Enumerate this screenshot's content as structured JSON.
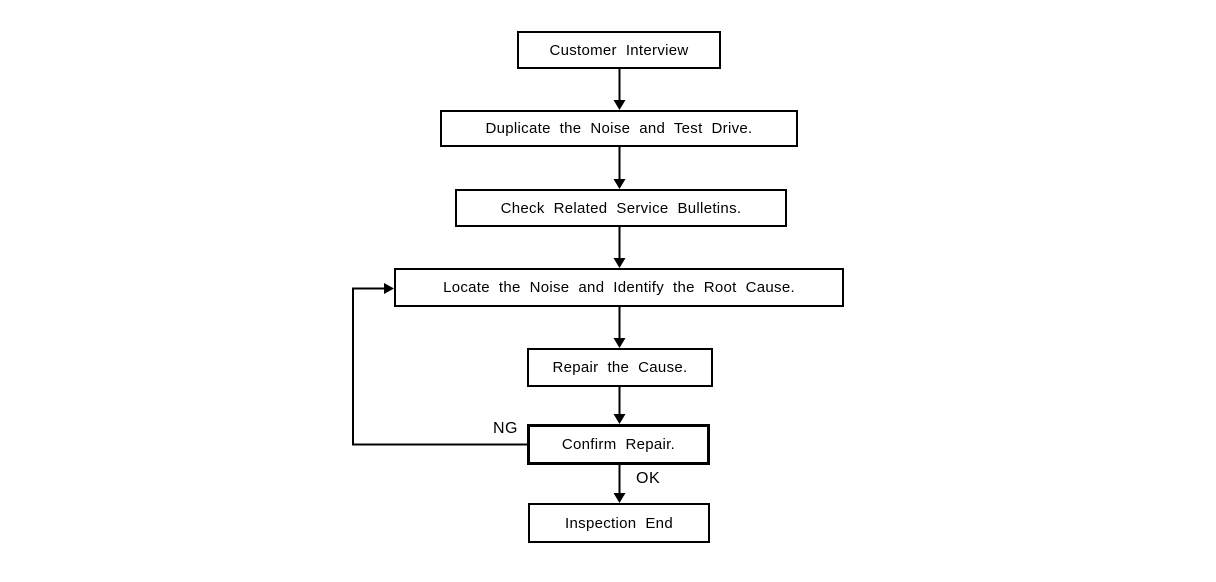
{
  "diagram": {
    "type": "flowchart",
    "background_color": "#ffffff",
    "line_color": "#000000",
    "nodes": [
      {
        "id": "customer-interview",
        "label": "Customer Interview"
      },
      {
        "id": "duplicate-noise-test-drive",
        "label": "Duplicate the Noise and Test Drive."
      },
      {
        "id": "check-service-bulletins",
        "label": "Check Related Service Bulletins."
      },
      {
        "id": "locate-noise-root-cause",
        "label": "Locate the Noise and Identify the Root Cause."
      },
      {
        "id": "repair-the-cause",
        "label": "Repair the Cause."
      },
      {
        "id": "confirm-repair",
        "label": "Confirm Repair.",
        "emphasis": true
      },
      {
        "id": "inspection-end",
        "label": "Inspection End"
      }
    ],
    "edges": [
      {
        "from": "customer-interview",
        "to": "duplicate-noise-test-drive",
        "label": ""
      },
      {
        "from": "duplicate-noise-test-drive",
        "to": "check-service-bulletins",
        "label": ""
      },
      {
        "from": "check-service-bulletins",
        "to": "locate-noise-root-cause",
        "label": ""
      },
      {
        "from": "locate-noise-root-cause",
        "to": "repair-the-cause",
        "label": ""
      },
      {
        "from": "repair-the-cause",
        "to": "confirm-repair",
        "label": ""
      },
      {
        "from": "confirm-repair",
        "to": "inspection-end",
        "label": "OK"
      },
      {
        "from": "confirm-repair",
        "to": "locate-noise-root-cause",
        "label": "NG"
      }
    ]
  }
}
